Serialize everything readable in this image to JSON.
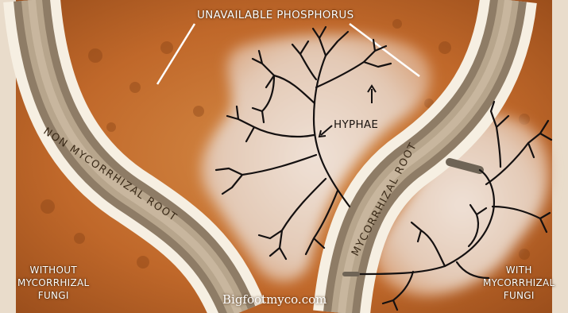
{
  "labels": {
    "phosphorus": "UNAVAILABLE PHOSPHORUS",
    "hyphae": "HYPHAE",
    "non_mycorrhizal_root": "NON MYCORRHIZAL ROOT",
    "mycorrhizal_root": "MYCORRHIZAL ROOT",
    "without_line1": "WITHOUT",
    "without_line2": "MYCORRHIZAL",
    "without_line3": "FUNGI",
    "with_line1": "WITH",
    "with_line2": "MYCORRHIZAL",
    "with_line3": "FUNGI",
    "website": "Bigfootmyco.com"
  },
  "colors": {
    "soil_orange": "#c8702c",
    "soil_light": "#e8b88a",
    "depletion_zone": "#e7d3c5",
    "root_band": "#8f7e68",
    "root_highlight": "#f3ead9",
    "hyphae": "#141010"
  }
}
